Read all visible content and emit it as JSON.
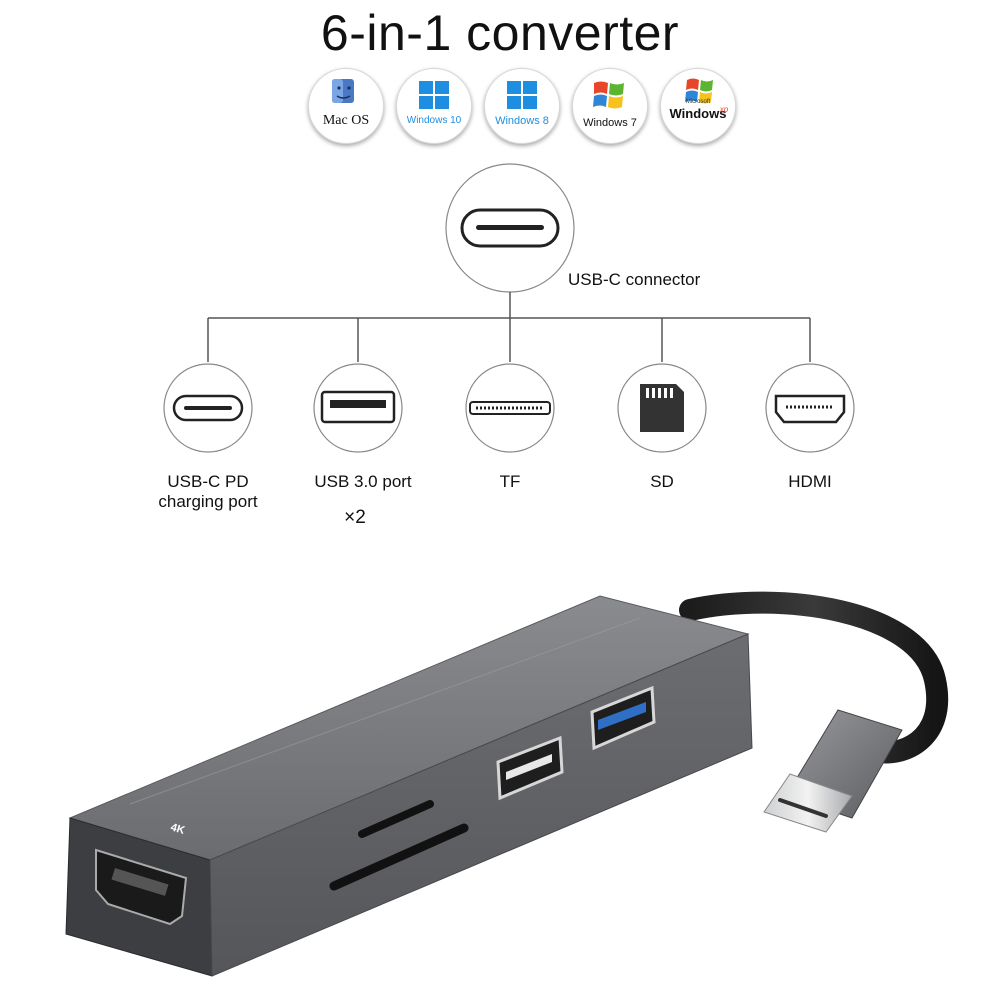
{
  "title": "6-in-1 converter",
  "os_badges": [
    {
      "name": "macos",
      "label": "Mac OS"
    },
    {
      "name": "windows10",
      "label": "Windows 10"
    },
    {
      "name": "windows8",
      "label": "Windows 8"
    },
    {
      "name": "windows7",
      "label": "Windows 7"
    },
    {
      "name": "windowsxp",
      "label": "Windows",
      "sup_top": "Microsoft",
      "sup_side": "xp"
    }
  ],
  "connector": {
    "label": "USB-C connector"
  },
  "ports": [
    {
      "name": "usb-c-pd",
      "label_line1": "USB-C PD",
      "label_line2": "charging port"
    },
    {
      "name": "usb3",
      "label_line1": "USB 3.0 port",
      "label_line2": "×2"
    },
    {
      "name": "tf",
      "label_line1": "TF",
      "label_line2": ""
    },
    {
      "name": "sd",
      "label_line1": "SD",
      "label_line2": ""
    },
    {
      "name": "hdmi",
      "label_line1": "HDMI",
      "label_line2": ""
    }
  ],
  "product": {
    "hdmi_marking": "4K"
  },
  "colors": {
    "line": "#555555",
    "hub_body": "#6f7072",
    "usb3_blue": "#2f6fc6",
    "win10_blue": "#1e8fe0"
  }
}
